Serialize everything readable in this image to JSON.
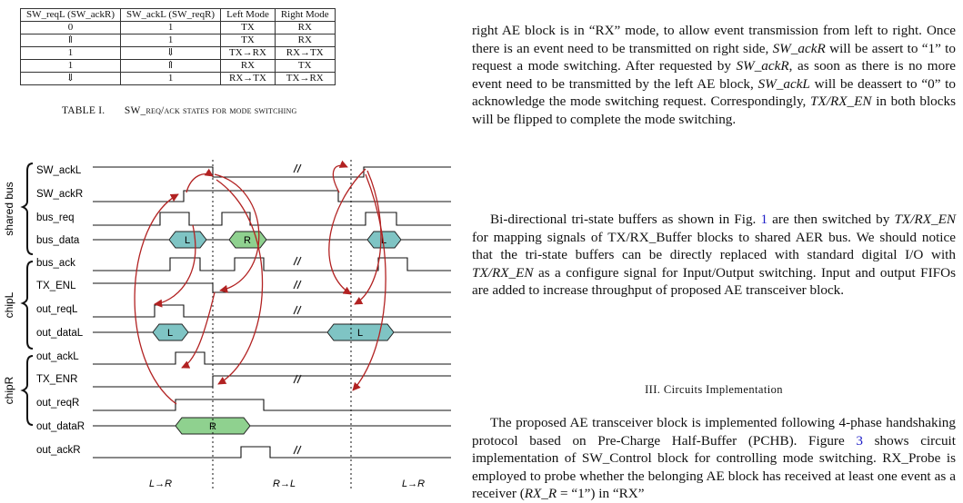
{
  "table": {
    "headers": [
      "SW_reqL (SW_ackR)",
      "SW_ackL (SW_reqR)",
      "Left Mode",
      "Right Mode"
    ],
    "rows": [
      [
        "0",
        "1",
        "TX",
        "RX"
      ],
      [
        "⇑",
        "1",
        "TX",
        "RX"
      ],
      [
        "1",
        "⇓",
        "TX→RX",
        "RX→TX"
      ],
      [
        "1",
        "⇑",
        "RX",
        "TX"
      ],
      [
        "⇓",
        "1",
        "RX→TX",
        "TX→RX"
      ]
    ],
    "caption_label": "TABLE I.",
    "caption_text": "SW_req/ack states for mode switching"
  },
  "figure": {
    "groups": [
      "shared bus",
      "chipL",
      "chipR"
    ],
    "signals": [
      "SW_ackL",
      "SW_ackR",
      "bus_req",
      "bus_data",
      "bus_ack",
      "TX_ENL",
      "out_reqL",
      "out_dataL",
      "out_ackL",
      "TX_ENR",
      "out_reqR",
      "out_dataR",
      "out_ackR"
    ],
    "data_labels": [
      "L",
      "R",
      "L",
      "L",
      "L",
      "R"
    ],
    "direction_labels": [
      "L→R",
      "R→L",
      "L→R"
    ]
  },
  "text": {
    "p1": {
      "a": "right AE block is in “RX” mode, to allow event transmission from left to right. Once there is an event need to be transmitted on right side, ",
      "m1": "SW_ackR",
      "b": " will be assert to “1” to request a mode switching. After requested by ",
      "m2": "SW_ackR",
      "c": ", as soon as there is no more event need to be transmitted by the left AE block, ",
      "m3": "SW_ackL",
      "d": " will be deassert to “0” to acknowledge the mode switching request. Correspondingly, ",
      "m4": "TX/RX_EN",
      "e": " in both blocks will be flipped to complete the mode switching."
    },
    "p2": {
      "a": "Bi-directional tri-state buffers as shown in Fig. ",
      "ref1": "1",
      "b": " are then switched by ",
      "m1": "TX/RX_EN",
      "c": " for mapping signals of TX/RX_Buffer blocks to shared AER bus. We should notice that the tri-state buffers can be directly replaced with standard digital I/O with ",
      "m2": "TX/RX_EN",
      "d": " as a configure signal for Input/Output switching. Input and output FIFOs are added to increase throughput of proposed AE transceiver block."
    },
    "heading": "III.  Circuits Implementation",
    "p3": {
      "a": "The proposed AE transceiver block is implemented following 4-phase handshaking protocol based on Pre-Charge Half-Buffer (PCHB). Figure ",
      "ref3": "3",
      "b": " shows circuit implementation of SW_Control block for controlling mode switching. RX_Probe is employed to probe whether the belonging AE block has received at least one event as a receiver (",
      "m1": "RX_R",
      "c": " = “1”) in “RX”"
    }
  },
  "colors": {
    "arrow": "#b22222",
    "data_blue": "#7fc4c4",
    "data_green": "#8fd18f",
    "link": "#2020c8"
  }
}
